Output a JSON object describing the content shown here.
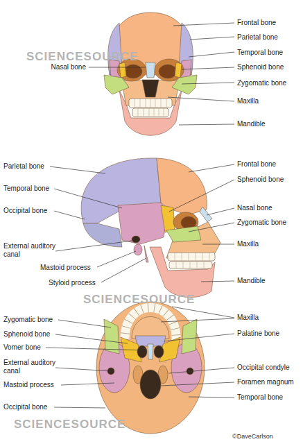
{
  "diagram": {
    "labels": [
      "Frontal bone",
      "Parietal bone",
      "Temporal bone",
      "Nasal bone",
      "Sphenoid bone",
      "Zygomatic bone",
      "Maxilla",
      "Mandible",
      "SCIENCESOURCE",
      "Parietal bone",
      "Frontal bone",
      "Temporal bone",
      "Sphenoid bone",
      "Occipital bone",
      "Nasal bone",
      "Zygomatic bone",
      "External auditory canal",
      "Maxilla",
      "Mastoid process",
      "Styloid process",
      "Mandible",
      "SCIENCESOURCE",
      "Maxilla",
      "Zygomatic bone",
      "Palatine bone",
      "Sphenoid bone",
      "Vomer bone",
      "External auditory canal",
      "Occipital condyle",
      "Mastoid process",
      "Foramen magnum",
      "Temporal bone",
      "Occipital bone",
      "SCIENCESOURCE",
      "©DaveCarlson"
    ]
  }
}
